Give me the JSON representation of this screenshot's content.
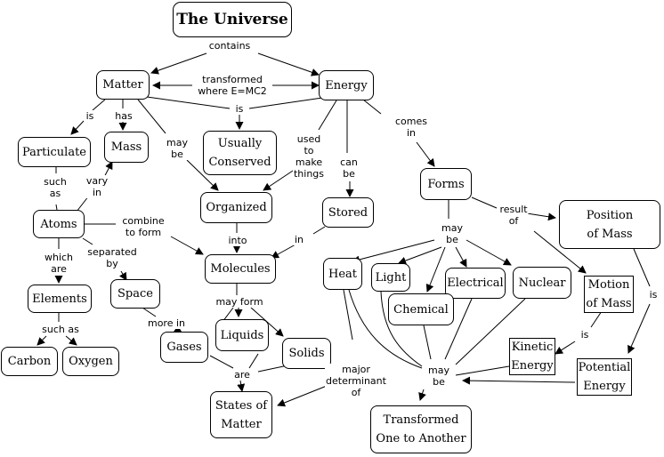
{
  "nodes": {
    "universe": "The Universe",
    "matter": "Matter",
    "energy": "Energy",
    "particulate": "Particulate",
    "mass": "Mass",
    "usually_conserved": "Usually\nConserved",
    "organized": "Organized",
    "stored": "Stored",
    "forms": "Forms",
    "position_of_mass": "Position\nof Mass",
    "atoms": "Atoms",
    "molecules": "Molecules",
    "space": "Space",
    "elements": "Elements",
    "carbon": "Carbon",
    "oxygen": "Oxygen",
    "gases": "Gases",
    "liquids": "Liquids",
    "solids": "Solids",
    "states_of_matter": "States of\nMatter",
    "heat": "Heat",
    "light": "Light",
    "electrical": "Electrical",
    "nuclear": "Nuclear",
    "chemical": "Chemical",
    "motion_of_mass": "Motion\nof Mass",
    "kinetic_energy": "Kinetic\nEnergy",
    "potential_energy": "Potential\nEnergy",
    "transformed": "Transformed\nOne to Another"
  },
  "labels": {
    "contains": "contains",
    "transformed_emc2": "transformed\nwhere E=MC2",
    "is_center": "is",
    "is_particulate": "is",
    "has": "has",
    "may_be_matter": "may\nbe",
    "used_to_make_things": "used\nto\nmake\nthings",
    "can_be": "can\nbe",
    "comes_in": "comes\nin",
    "such_as_atoms": "such\nas",
    "vary_in": "vary\nin",
    "combine_to_form": "combine\nto form",
    "into": "into",
    "in_stored": "in",
    "result_of": "result\nof",
    "may_be_forms": "may\nbe",
    "separated_by": "separated\nby",
    "which_are": "which\nare",
    "may_form": "may form",
    "more_in": "more in",
    "such_as_elements": "such as",
    "are": "are",
    "major_determinant": "major\ndeterminant\nof",
    "may_be_transform": "may\nbe",
    "is_kinetic": "is",
    "is_potential": "is"
  }
}
